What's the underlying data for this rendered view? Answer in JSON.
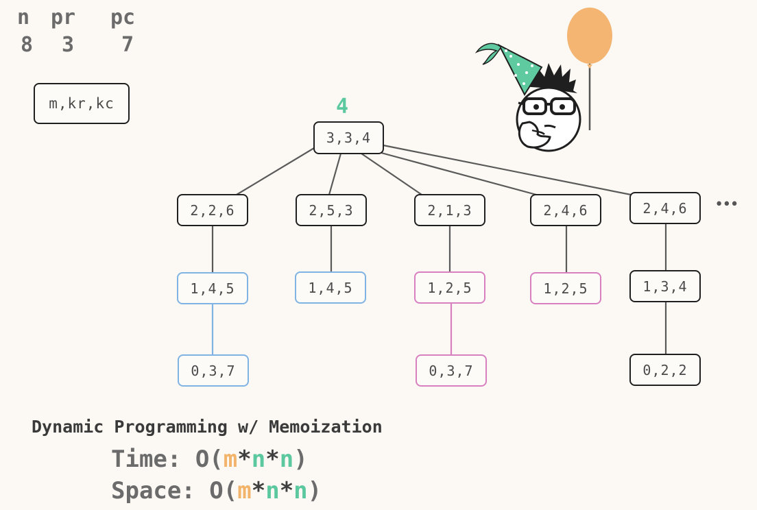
{
  "header": {
    "labels": [
      "n",
      "pr",
      "pc"
    ],
    "values": [
      "8",
      "3",
      "7"
    ]
  },
  "legend_node": "m,kr,kc",
  "tree": {
    "root": "3,3,4",
    "root_result": "4",
    "level1": [
      "2,2,6",
      "2,5,3",
      "2,1,3",
      "2,4,6",
      "2,4,6"
    ],
    "level2": [
      "1,4,5",
      "1,4,5",
      "1,2,5",
      "1,2,5",
      "1,3,4"
    ],
    "level3": [
      "0,3,7",
      "0,3,7",
      "0,2,2"
    ],
    "ellipsis": "•••"
  },
  "colors": {
    "blue": "#7eb3e3",
    "pink": "#d87fc0",
    "green": "#5cc8a0",
    "orange": "#f2b46b",
    "edge": "#5a5a5a"
  },
  "footer": {
    "title": "Dynamic Programming w/ Memoization",
    "time_label": "Time: O(",
    "space_label": "Space: O(",
    "m": "m",
    "op": "*",
    "n": "n",
    "close": ")"
  },
  "illustration": {
    "character": "thinking-character-with-party-hat",
    "balloon": "orange-balloon"
  }
}
